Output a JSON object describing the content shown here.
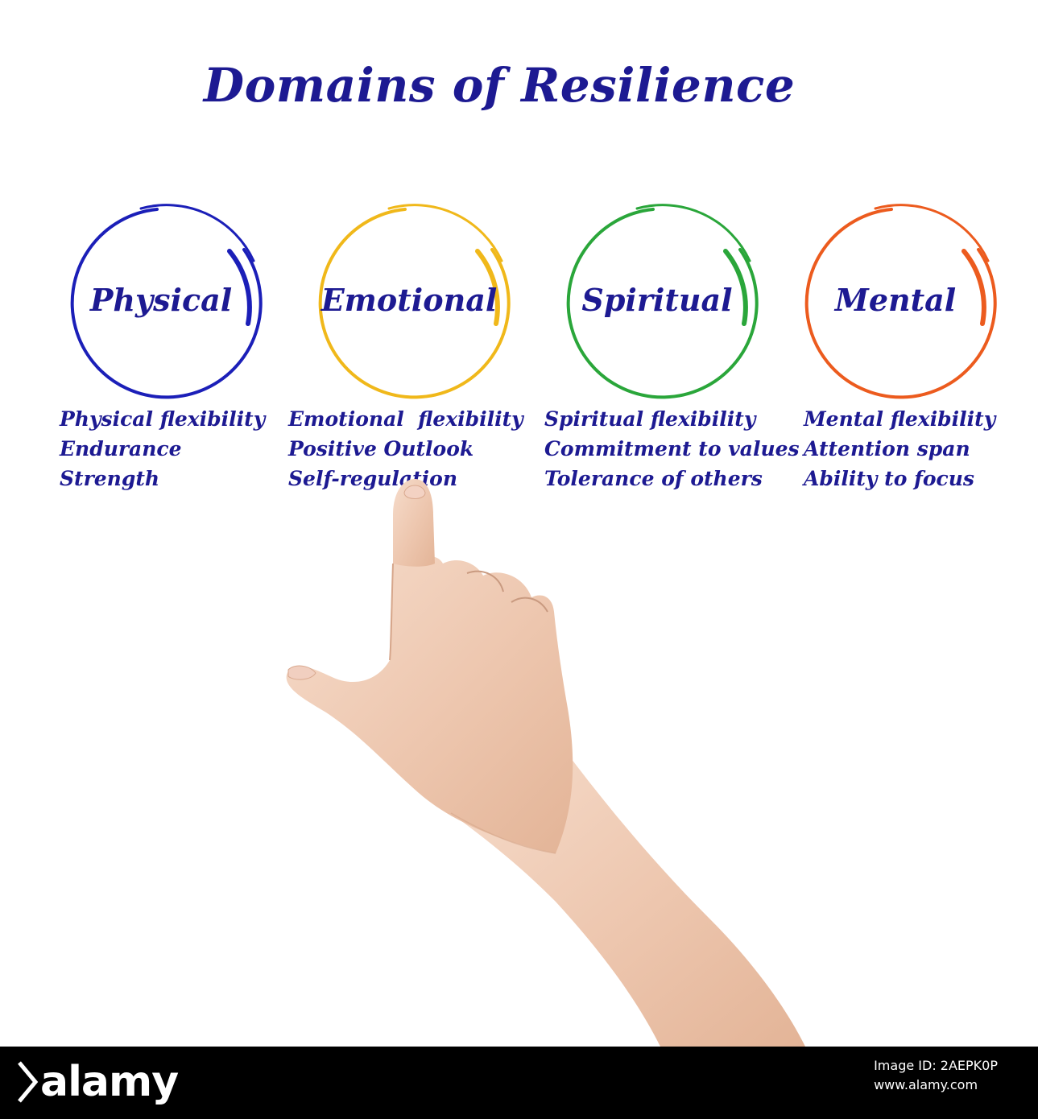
{
  "title": "Domains of Resilience",
  "colors": {
    "text": "#1d1a92",
    "physical": "#1b1fb8",
    "emotional": "#f0b81a",
    "spiritual": "#2aa63a",
    "mental": "#ec5b1e",
    "footer_bg": "#000000"
  },
  "domains": [
    {
      "name": "Physical",
      "color": "#1b1fb8",
      "traits": [
        "Physical flexibility",
        "Endurance",
        "Strength"
      ]
    },
    {
      "name": "Emotional",
      "color": "#f0b81a",
      "traits": [
        "Emotional  flexibility",
        "Positive Outlook",
        "Self-regulation"
      ]
    },
    {
      "name": "Spiritual",
      "color": "#2aa63a",
      "traits": [
        "Spiritual flexibility",
        "Commitment to values",
        "Tolerance of others"
      ]
    },
    {
      "name": "Mental",
      "color": "#ec5b1e",
      "traits": [
        "Mental flexibility",
        "Attention span",
        "Ability to focus"
      ]
    }
  ],
  "footer": {
    "brand": "alamy",
    "image_id": "Image ID: 2AEPK0P",
    "site": "www.alamy.com"
  }
}
